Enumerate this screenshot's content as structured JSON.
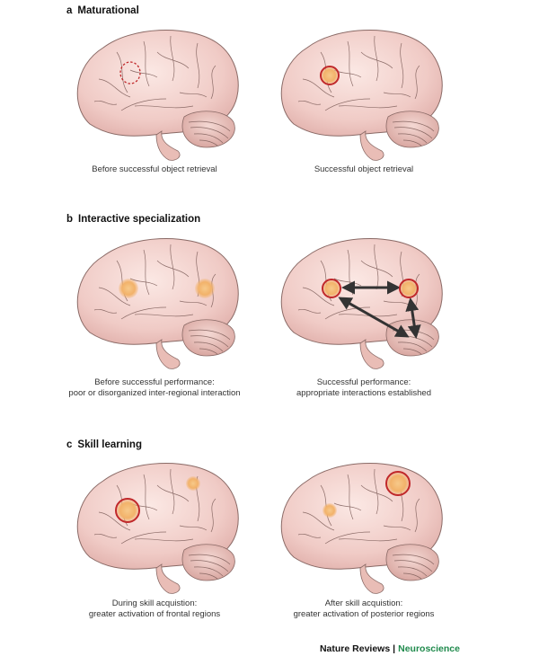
{
  "panels": [
    {
      "letter": "a",
      "title": "Maturational",
      "left_caption": [
        "Before successful object retrieval"
      ],
      "right_caption": [
        "Successful object retrieval"
      ]
    },
    {
      "letter": "b",
      "title": "Interactive specialization",
      "left_caption": [
        "Before successful performance:",
        "poor or disorganized inter-regional interaction"
      ],
      "right_caption": [
        "Successful performance:",
        "appropriate interactions established"
      ]
    },
    {
      "letter": "c",
      "title": "Skill learning",
      "left_caption": [
        "During skill acquistion:",
        "greater activation of frontal regions"
      ],
      "right_caption": [
        "After skill acquistion:",
        "greater activation of posterior regions"
      ]
    }
  ],
  "credit": {
    "source": "Nature Reviews",
    "separator": "|",
    "journal": "Neuroscience"
  },
  "colors": {
    "brain_fill": "#f3d3cf",
    "activation": "#f2b26a",
    "ring": "#c0282a",
    "journal": "#1f8a4c"
  }
}
